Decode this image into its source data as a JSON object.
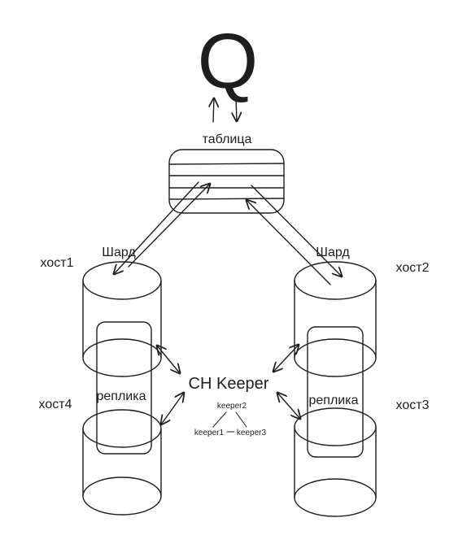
{
  "title_glyph": "Q",
  "labels": {
    "table": "таблица",
    "host1": "хост1",
    "host2": "хост2",
    "host3": "хост3",
    "host4": "хост4",
    "shard_left": "Шард",
    "shard_right": "Шард",
    "replica_left": "реплика",
    "replica_right": "реплика",
    "ch_keeper": "CH Keeper",
    "keeper1": "keeper1",
    "keeper2": "keeper2",
    "keeper3": "keeper3"
  },
  "colors": {
    "ink": "#1e1e1e",
    "background": "#ffffff"
  }
}
